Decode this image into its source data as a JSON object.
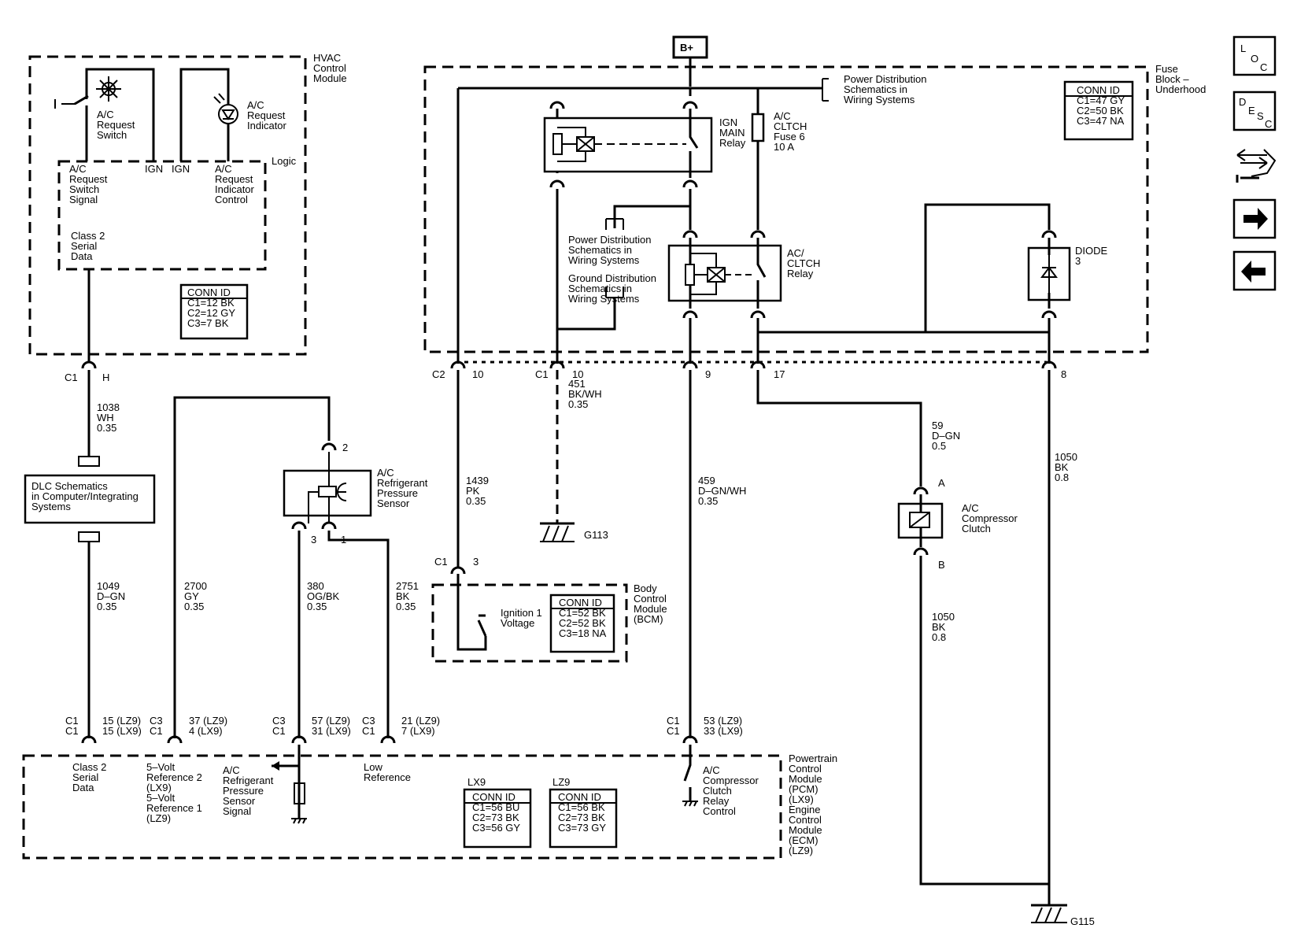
{
  "nav": {
    "loc": "LOC",
    "desc": "DESC"
  },
  "labels": {
    "hvac_module": [
      "HVAC",
      "Control",
      "Module"
    ],
    "ac_request_switch": [
      "A/C",
      "Request",
      "Switch"
    ],
    "ac_request_indicator": [
      "A/C",
      "Request",
      "Indicator"
    ],
    "logic": "Logic",
    "ign": "IGN",
    "ac_req_switch_signal": [
      "A/C",
      "Request",
      "Switch",
      "Signal"
    ],
    "ac_req_indicator_control": [
      "A/C",
      "Request",
      "Indicator",
      "Control"
    ],
    "class2_serial": [
      "Class 2",
      "Serial",
      "Data"
    ],
    "hvac_conn": [
      "CONN ID",
      "C1=12 BK",
      "C2=12 GY",
      "C3=7 BK"
    ],
    "b_plus": "B+",
    "fuse_block": [
      "Fuse",
      "Block –",
      "Underhood"
    ],
    "fuse_conn": [
      "CONN ID",
      "C1=47 GY",
      "C2=50 BK",
      "C3=47 NA"
    ],
    "power_dist_top": [
      "Power Distribution",
      "Schematics in",
      "Wiring Systems"
    ],
    "ign_main_relay": [
      "IGN",
      "MAIN",
      "Relay"
    ],
    "ac_clutch_fuse": [
      "A/C",
      "CLTCH",
      "Fuse 6",
      "10 A"
    ],
    "power_dist_mid": [
      "Power Distribution",
      "Schematics in",
      "Wiring Systems"
    ],
    "ground_dist": [
      "Ground Distribution",
      "Schematics in",
      "Wiring Systems"
    ],
    "ac_clutch_relay": [
      "AC/",
      "CLTCH",
      "Relay"
    ],
    "diode": [
      "DIODE",
      "3"
    ],
    "c1_hvac": "C1",
    "h_hvac": "H",
    "wire_1038": [
      "1038",
      "WH",
      "0.35"
    ],
    "dlc": [
      "DLC Schematics",
      "in Computer/Integrating",
      "Systems"
    ],
    "wire_1049": [
      "1049",
      "D–GN",
      "0.35"
    ],
    "wire_2700": [
      "2700",
      "GY",
      "0.35"
    ],
    "ac_ref_sensor": [
      "A/C",
      "Refrigerant",
      "Pressure",
      "Sensor"
    ],
    "pin_2": "2",
    "pin_3": "3",
    "pin_1": "1",
    "wire_380": [
      "380",
      "OG/BK",
      "0.35"
    ],
    "wire_2751": [
      "2751",
      "BK",
      "0.35"
    ],
    "c2_10": [
      "C2",
      "10"
    ],
    "c1_10": [
      "C1",
      "10"
    ],
    "pin_9": "9",
    "pin_17": "17",
    "pin_8": "8",
    "wire_451": [
      "451",
      "BK/WH",
      "0.35"
    ],
    "g113": "G113",
    "wire_1439": [
      "1439",
      "PK",
      "0.35"
    ],
    "c1_3": [
      "C1",
      "3"
    ],
    "bcm_label": [
      "Body",
      "Control",
      "Module",
      "(BCM)"
    ],
    "ign1_voltage": [
      "Ignition 1",
      "Voltage"
    ],
    "bcm_conn": [
      "CONN ID",
      "C1=52 BK",
      "C2=52 BK",
      "C3=18 NA"
    ],
    "wire_459": [
      "459",
      "D–GN/WH",
      "0.35"
    ],
    "wire_59": [
      "59",
      "D–GN",
      "0.5"
    ],
    "pin_a": "A",
    "pin_b": "B",
    "ac_comp_clutch": [
      "A/C",
      "Compressor",
      "Clutch"
    ],
    "wire_1050_top": [
      "1050",
      "BK",
      "0.8"
    ],
    "wire_1050_low": [
      "1050",
      "BK",
      "0.8"
    ],
    "g115": "G115",
    "pcm_c1": [
      "C1",
      "C1"
    ],
    "pcm_15": [
      "15 (LZ9)",
      "15 (LX9)"
    ],
    "pcm_c3c1a": [
      "C3",
      "C1"
    ],
    "pcm_37": [
      "37 (LZ9)",
      "4 (LX9)"
    ],
    "pcm_c3c1b": [
      "C3",
      "C1"
    ],
    "pcm_57": [
      "57 (LZ9)",
      "31 (LX9)"
    ],
    "pcm_c3c1c": [
      "C3",
      "C1"
    ],
    "pcm_21": [
      "21 (LZ9)",
      "7 (LX9)"
    ],
    "pcm_c1c1": [
      "C1",
      "C1"
    ],
    "pcm_53": [
      "53 (LZ9)",
      "33 (LX9)"
    ],
    "pcm_class2": [
      "Class 2",
      "Serial",
      "Data"
    ],
    "pcm_5v": [
      "5–Volt",
      "Reference 2",
      "(LX9)",
      "5–Volt",
      "Reference 1",
      "(LZ9)"
    ],
    "pcm_ac_sig": [
      "A/C",
      "Refrigerant",
      "Pressure",
      "Sensor",
      "Signal"
    ],
    "pcm_low_ref": [
      "Low",
      "Reference"
    ],
    "lx9": "LX9",
    "lz9": "LZ9",
    "lx9_conn": [
      "CONN ID",
      "C1=56 BU",
      "C2=73 BK",
      "C3=56 GY"
    ],
    "lz9_conn": [
      "CONN ID",
      "C1=56 BK",
      "C2=73 BK",
      "C3=73 GY"
    ],
    "pcm_clutch_ctrl": [
      "A/C",
      "Compressor",
      "Clutch",
      "Relay",
      "Control"
    ],
    "pcm_module": [
      "Powertrain",
      "Control",
      "Module",
      "(PCM)",
      "(LX9)",
      "Engine",
      "Control",
      "Module",
      "(ECM)",
      "(LZ9)"
    ]
  }
}
